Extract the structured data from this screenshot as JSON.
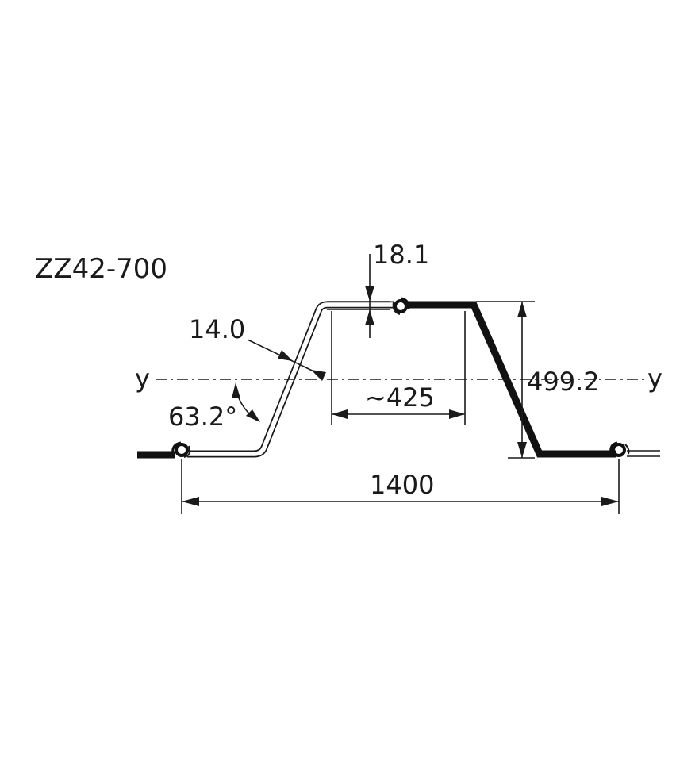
{
  "title": "ZZ42-700",
  "axis": {
    "left_label": "y",
    "right_label": "y"
  },
  "dimensions": {
    "flange_thickness": "18.1",
    "web_thickness": "14.0",
    "web_angle": "63.2°",
    "flange_width": "~425",
    "height": "499.2",
    "pair_width": "1400"
  },
  "colors": {
    "line": "#1a1a1a",
    "filled_section": "#111111",
    "background": "#ffffff"
  }
}
